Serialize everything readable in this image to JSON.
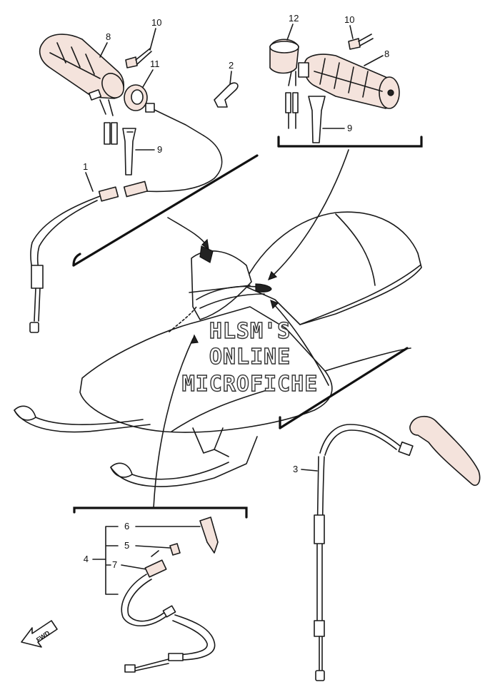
{
  "callouts": {
    "c1": "1",
    "c2": "2",
    "c3": "3",
    "c4": "4",
    "c5": "5",
    "c6": "6",
    "c7": "7",
    "c8a": "8",
    "c8b": "8",
    "c9a": "9",
    "c9b": "9",
    "c10a": "10",
    "c10b": "10",
    "c11": "11",
    "c12": "12"
  },
  "watermark": {
    "line1": "HLSM'S",
    "line2": "ONLINE",
    "line3": "MICROFICHE"
  },
  "fwd_label": "FWD"
}
